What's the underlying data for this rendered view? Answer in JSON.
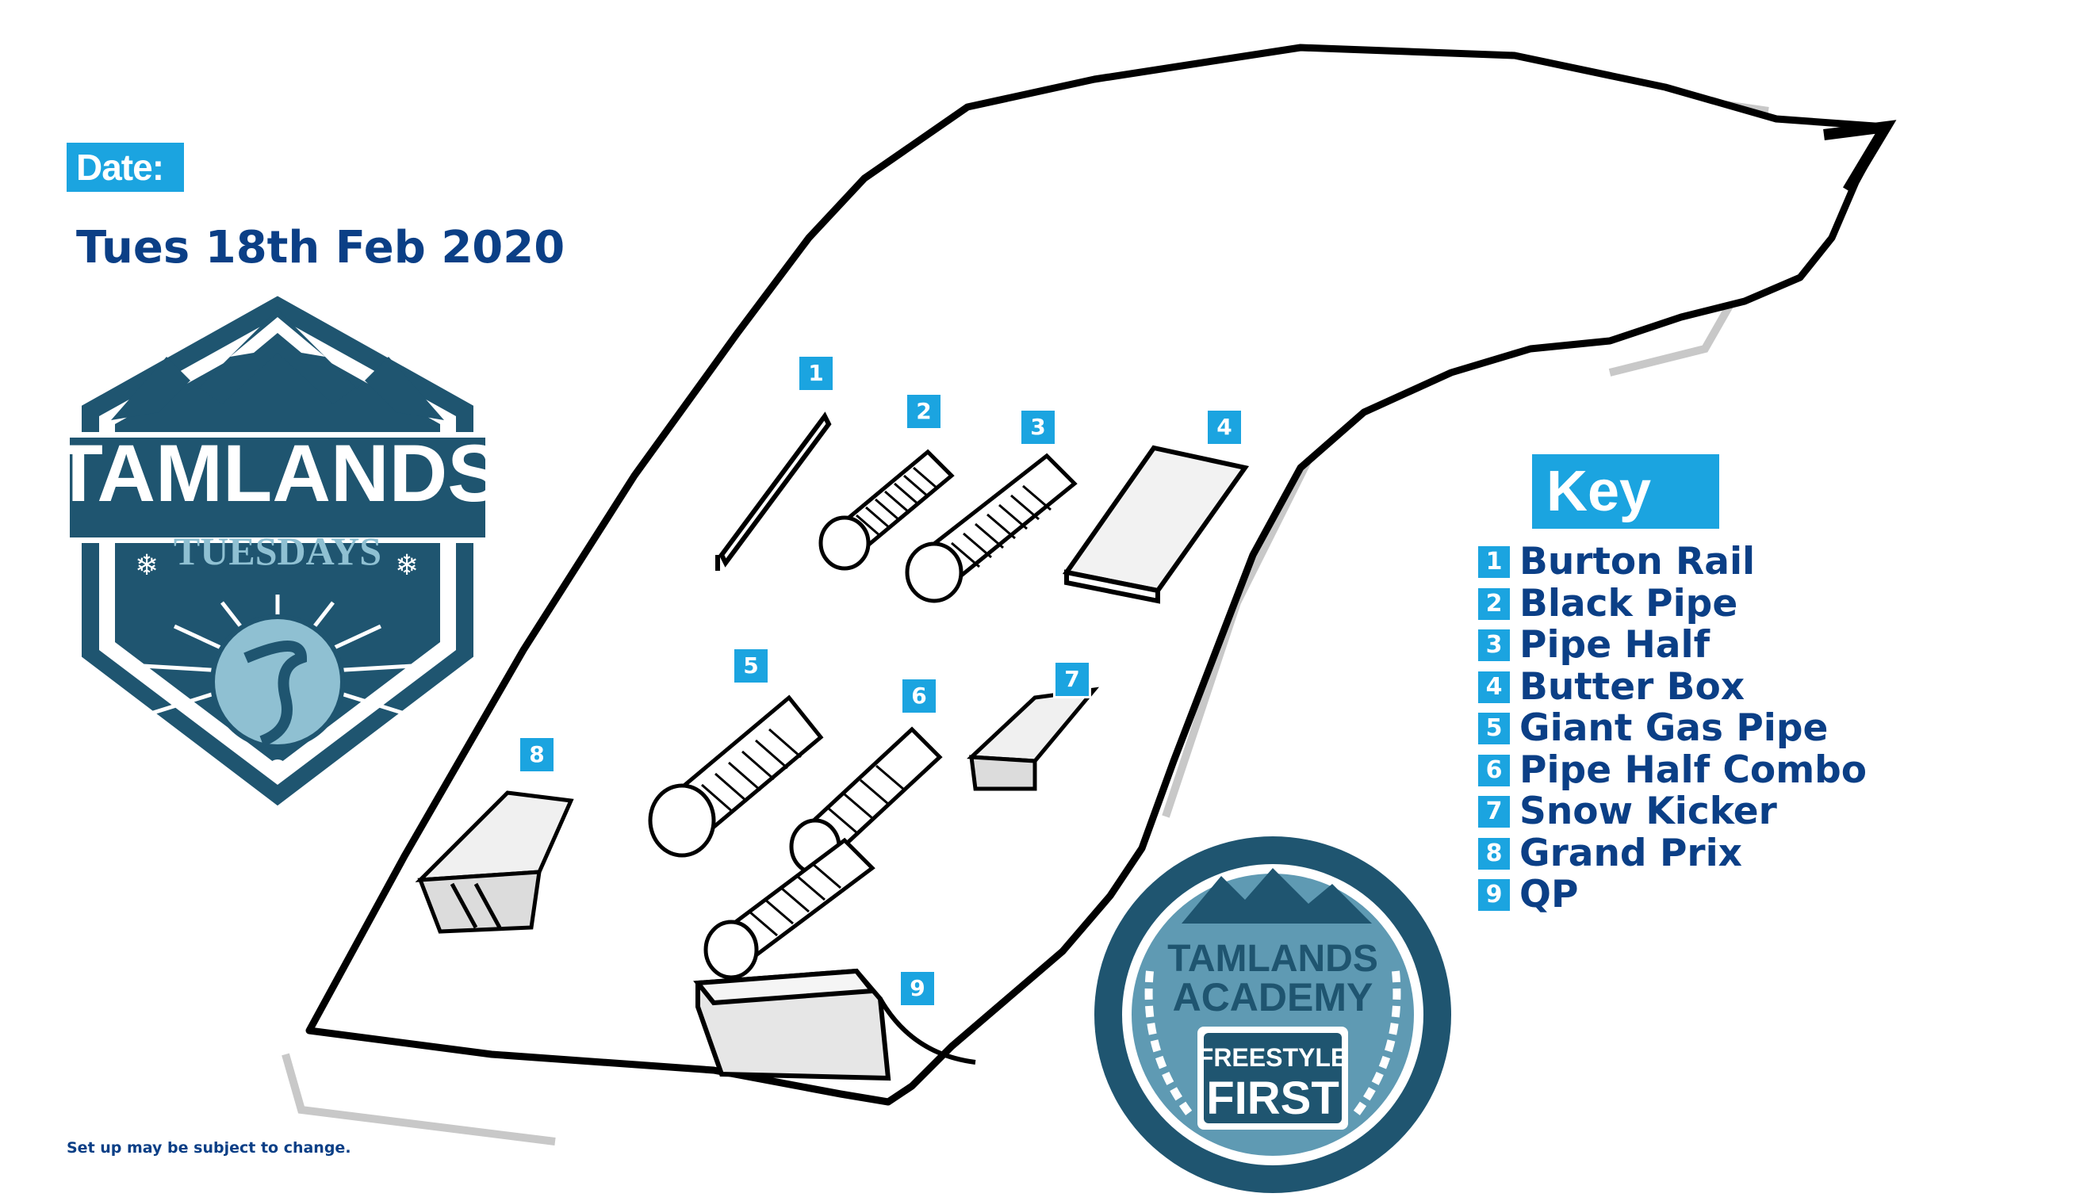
{
  "header": {
    "date_label": "Date:",
    "date_value": "Tues 18th Feb 2020"
  },
  "logo_tuesdays": {
    "name": "TAMLANDS",
    "subtitle": "TUESDAYS"
  },
  "logo_academy": {
    "name_line1": "TAMLANDS",
    "name_line2": "ACADEMY",
    "tag_line1": "FREESTYLE",
    "tag_line2": "FIRST"
  },
  "key": {
    "title": "Key",
    "items": [
      {
        "num": "1",
        "label": "Burton Rail"
      },
      {
        "num": "2",
        "label": "Black Pipe"
      },
      {
        "num": "3",
        "label": "Pipe Half"
      },
      {
        "num": "4",
        "label": "Butter Box"
      },
      {
        "num": "5",
        "label": "Giant Gas Pipe"
      },
      {
        "num": "6",
        "label": "Pipe Half Combo"
      },
      {
        "num": "7",
        "label": "Snow Kicker"
      },
      {
        "num": "8",
        "label": "Grand Prix"
      },
      {
        "num": "9",
        "label": "QP"
      }
    ]
  },
  "map_markers": [
    "1",
    "2",
    "3",
    "4",
    "5",
    "6",
    "7",
    "8",
    "9"
  ],
  "footer": {
    "disclaimer": "Set up may be subject to change."
  },
  "colors": {
    "accent": "#1ba4e0",
    "text_blue": "#0b3f86",
    "logo_dark": "#1f5570",
    "logo_light": "#8fc0d2",
    "outline": "#000000"
  }
}
